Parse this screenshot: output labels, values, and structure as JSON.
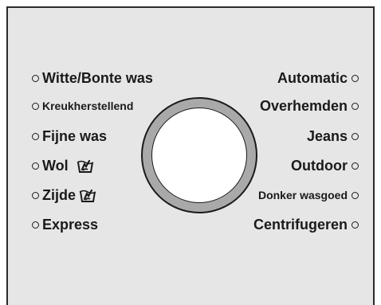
{
  "panel": {
    "background": "#e6e6e6",
    "border_color": "#2a2a2a"
  },
  "knob": {
    "ring_color": "#a9a9a9",
    "face_color": "#ffffff"
  },
  "programs_left": [
    {
      "label": "Witte/Bonte was"
    },
    {
      "label": "Kreukherstellend"
    },
    {
      "label": "Fijne was"
    },
    {
      "label": "Wol",
      "icon": "handwash-icon"
    },
    {
      "label": "Zijde",
      "icon": "handwash-icon"
    },
    {
      "label": "Express"
    }
  ],
  "programs_right": [
    {
      "label": "Automatic"
    },
    {
      "label": "Overhemden"
    },
    {
      "label": "Jeans"
    },
    {
      "label": "Outdoor"
    },
    {
      "label": "Donker wasgoed"
    },
    {
      "label": "Centrifugeren"
    }
  ]
}
